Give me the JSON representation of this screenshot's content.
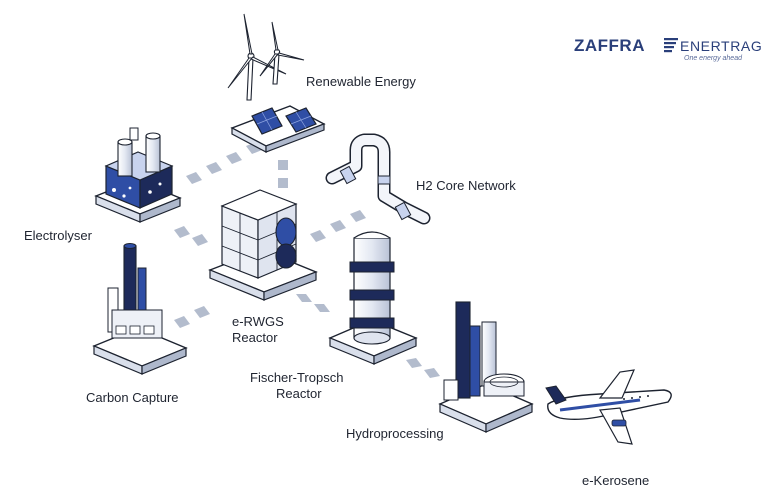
{
  "logos": {
    "zaffra": "ZAFFRA",
    "enertrag": "ENERTRAG",
    "enertrag_tagline": "One energy ahead"
  },
  "nodes": {
    "renewable": "Renewable Energy",
    "h2_network": "H2 Core Network",
    "electrolyser": "Electrolyser",
    "erwgs_line1": "e-RWGS",
    "erwgs_line2": "Reactor",
    "carbon_capture": "Carbon Capture",
    "ft_line1": "Fischer-Tropsch",
    "ft_line2": "Reactor",
    "hydroprocessing": "Hydroprocessing",
    "ekerosene": "e-Kerosene"
  },
  "colors": {
    "navy": "#1d2a5a",
    "blue": "#2f4ea5",
    "light_blue": "#c8d3ee",
    "gray_flow": "#b3bccd",
    "outline": "#1d2330"
  }
}
